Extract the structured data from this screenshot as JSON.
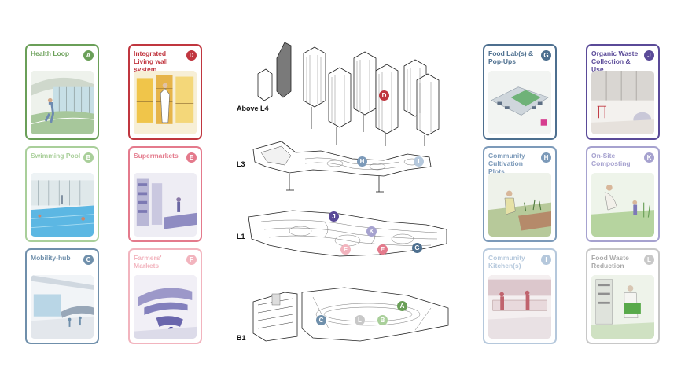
{
  "cards": [
    {
      "id": "A",
      "title": "Health Loop",
      "color": "#6a9f58",
      "tint": "#d7e6cf"
    },
    {
      "id": "B",
      "title": "Swimming Pool",
      "color": "#a9cf9a",
      "tint": "#cde6f0"
    },
    {
      "id": "C",
      "title": "Mobility-hub",
      "color": "#6f8fab",
      "tint": "#d8e2ec"
    },
    {
      "id": "D",
      "title": "Integrated Living wall system",
      "color": "#c0363f",
      "tint": "#f3e2b4"
    },
    {
      "id": "E",
      "title": "Supermarkets",
      "color": "#e47a8c",
      "tint": "#e3e1ee"
    },
    {
      "id": "F",
      "title": "Farmers' Markets",
      "color": "#f2b4be",
      "tint": "#e6e2f0"
    },
    {
      "id": "G",
      "title": "Food Lab(s) & Pop-Ups",
      "color": "#4d6f8f",
      "tint": "#dcebd6"
    },
    {
      "id": "H",
      "title": "Community Cultivation Plots",
      "color": "#7c9ab9",
      "tint": "#e8efe1"
    },
    {
      "id": "I",
      "title": "Community Kitchen(s)",
      "color": "#b5c8dc",
      "tint": "#f0e0e4"
    },
    {
      "id": "J",
      "title": "Organic Waste Collection & Use",
      "color": "#5a4a98",
      "tint": "#f1ece6"
    },
    {
      "id": "K",
      "title": "On-Site Composting",
      "color": "#a6a2cf",
      "tint": "#e2eede"
    },
    {
      "id": "L",
      "title": "Food Waste Reduction",
      "color": "#c8c8c8",
      "tint": "#e6efe0"
    }
  ],
  "levels": {
    "above_l4": "Above L4",
    "l3": "L3",
    "l1": "L1",
    "b1": "B1"
  }
}
